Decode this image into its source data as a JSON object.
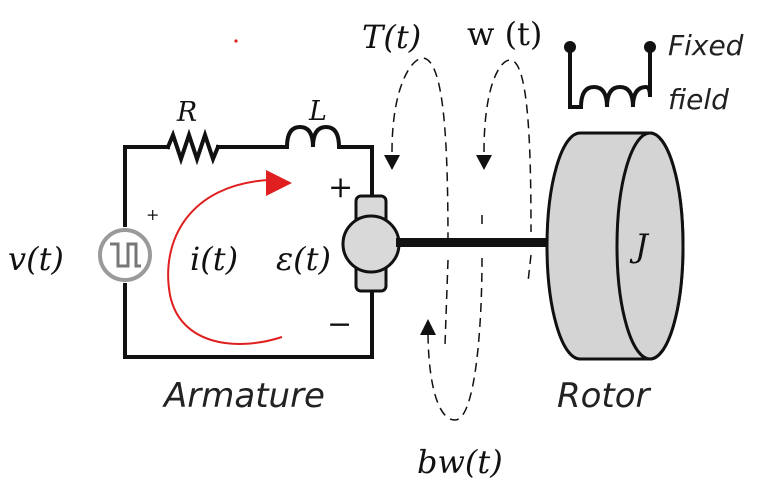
{
  "labels": {
    "voltage": "v(t)",
    "current": "i(t)",
    "back_emf": "ε(t)",
    "resistor": "R",
    "inductor": "L",
    "torque": "T(t)",
    "omega": "w (t)",
    "damping": "bw(t)",
    "inertia": "J",
    "armature": "Armature",
    "rotor": "Rotor",
    "fixed_field_line1": "Fixed",
    "fixed_field_line2": "field",
    "plus": "+",
    "minus": "−",
    "source_plus": "+"
  },
  "colors": {
    "current_arrow": "#e02020",
    "wire": "#111111",
    "component_fill": "#d9d9d9",
    "rotor_fill": "#d4d4d4"
  }
}
